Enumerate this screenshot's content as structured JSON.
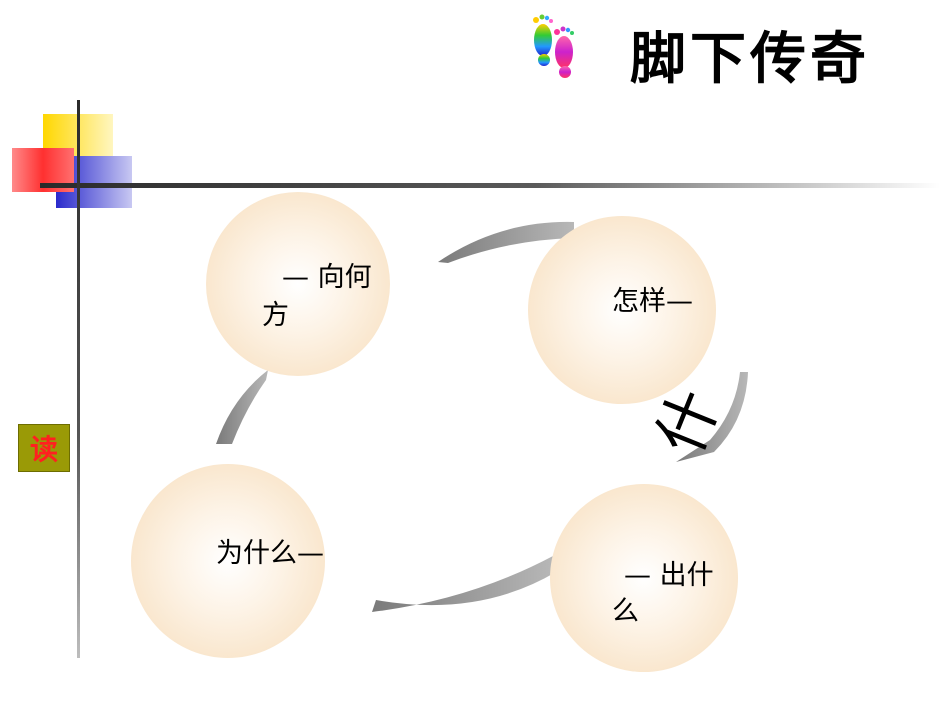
{
  "title": "脚下传奇",
  "icons": {
    "footprints": "footprints-icon"
  },
  "side_button": {
    "label": "读",
    "bg": "#9a9a06",
    "color": "#ff2020"
  },
  "cycle": {
    "top_left": [
      "— 向何",
      "方"
    ],
    "top_right": [
      "怎样—"
    ],
    "bottom_left": [
      "为什么—"
    ],
    "bottom_right": [
      "— 出什",
      "么"
    ],
    "arrow_glyph": "什",
    "colors": {
      "circle_edge": "#f6dcb9",
      "arc": "#8c8c8c"
    }
  },
  "colors": {
    "square_yellow": "#ffd700",
    "square_red": "#ff3030",
    "square_blue": "#2a2acc",
    "line": "#3a3a3a"
  }
}
